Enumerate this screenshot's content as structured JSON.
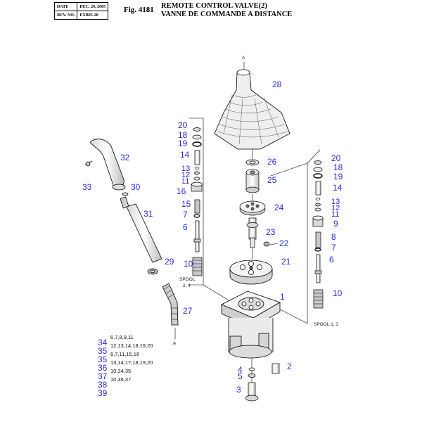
{
  "header": {
    "date_label": "DATE",
    "date_value": "DEC. 29, 2005",
    "rev_label": "REV. NO.",
    "rev_value": "EXB05-20",
    "fig_number": "Fig. 4181",
    "title_en": "REMOTE CONTROL VALVE(2)",
    "title_fr": "VANNE DE COMMANDE A DISTANCE"
  },
  "callouts": {
    "a_top": "A",
    "a_bottom": "A",
    "n28": "28",
    "n32": "32",
    "n33": "33",
    "n30": "30",
    "n31": "31",
    "n29": "29",
    "n27": "27",
    "n26": "26",
    "n25": "25",
    "n24": "24",
    "n23": "23",
    "n22": "22",
    "n21": "21",
    "n1": "1",
    "n2": "2",
    "n4": "4",
    "n5": "5",
    "n3": "3",
    "l20": "20",
    "l18": "18",
    "l19": "19",
    "l14": "14",
    "l13": "13",
    "l12": "12",
    "l11": "11",
    "l16": "16",
    "l15": "15",
    "l7": "7",
    "l6": "6",
    "l10": "10",
    "r20": "20",
    "r18": "18",
    "r19": "19",
    "r14": "14",
    "r13": "13",
    "r12": "12",
    "r11": "11",
    "r9": "9",
    "r8": "8",
    "r7": "7",
    "r6": "6",
    "r10": "10"
  },
  "spool_labels": {
    "left_line1": "SPOOL:",
    "left_line2": "2, 4",
    "right": "SPOOL:1, 3"
  },
  "kits": [
    {
      "no": "34",
      "parts": "6,7,8,9,11"
    },
    {
      "no": "35",
      "parts": "12,13,14,18,19,20"
    },
    {
      "no": "35",
      "parts": "6,7,11,15,16"
    },
    {
      "no": "36",
      "parts": "13,14,17,18,19,20"
    },
    {
      "no": "37",
      "parts": "10,34,35"
    },
    {
      "no": "38",
      "parts": "10,36,37"
    },
    {
      "no": "39",
      "parts": ""
    }
  ],
  "colors": {
    "callout": "#2a2adf",
    "line": "#000000",
    "part_fill": "#f4f4f4",
    "shade": "#bfbfbf"
  }
}
